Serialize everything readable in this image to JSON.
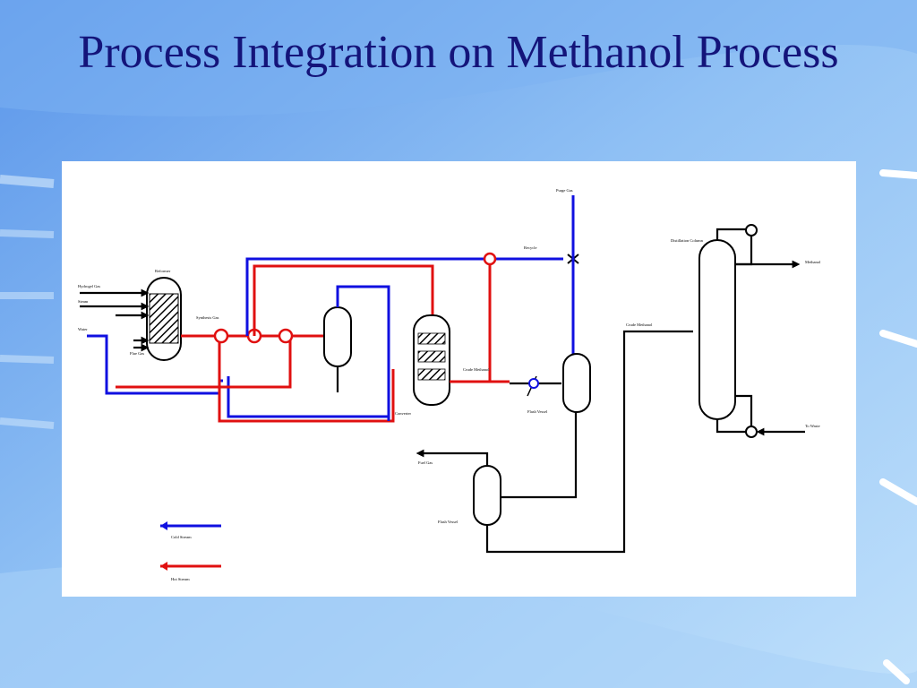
{
  "slide": {
    "title": "Process Integration on Methanol Process"
  },
  "colors": {
    "title_text": "#14147a",
    "cold_stream": "#1010e0",
    "hot_stream": "#e01010",
    "background": "#6ea6ee",
    "panel": "#ffffff"
  },
  "diagram": {
    "labels": {
      "feed_1": "Hydrogel Gas",
      "feed_2": "Steam",
      "feed_3": "Water",
      "reformer": "Reformer",
      "fuel_gas": "Flue Gas",
      "synthesis_gas": "Synthesis Gas",
      "converter": "Converter",
      "crude_methanol": "Crude Methanol",
      "purge": "Purge Gas",
      "recycle": "Recycle",
      "flash_vessel_1": "Flash Vessel",
      "flash_vessel_2": "Flash Vessel",
      "crude_methanol_2": "Crude Methanol",
      "distillation": "Distillation Column",
      "methanol": "Methanol",
      "to_waste": "To Waste",
      "fuel_gas_2": "Fuel Gas"
    },
    "legend": [
      {
        "label": "Cold Stream",
        "color": "#1010e0"
      },
      {
        "label": "Hot Stream",
        "color": "#e01010"
      }
    ]
  }
}
